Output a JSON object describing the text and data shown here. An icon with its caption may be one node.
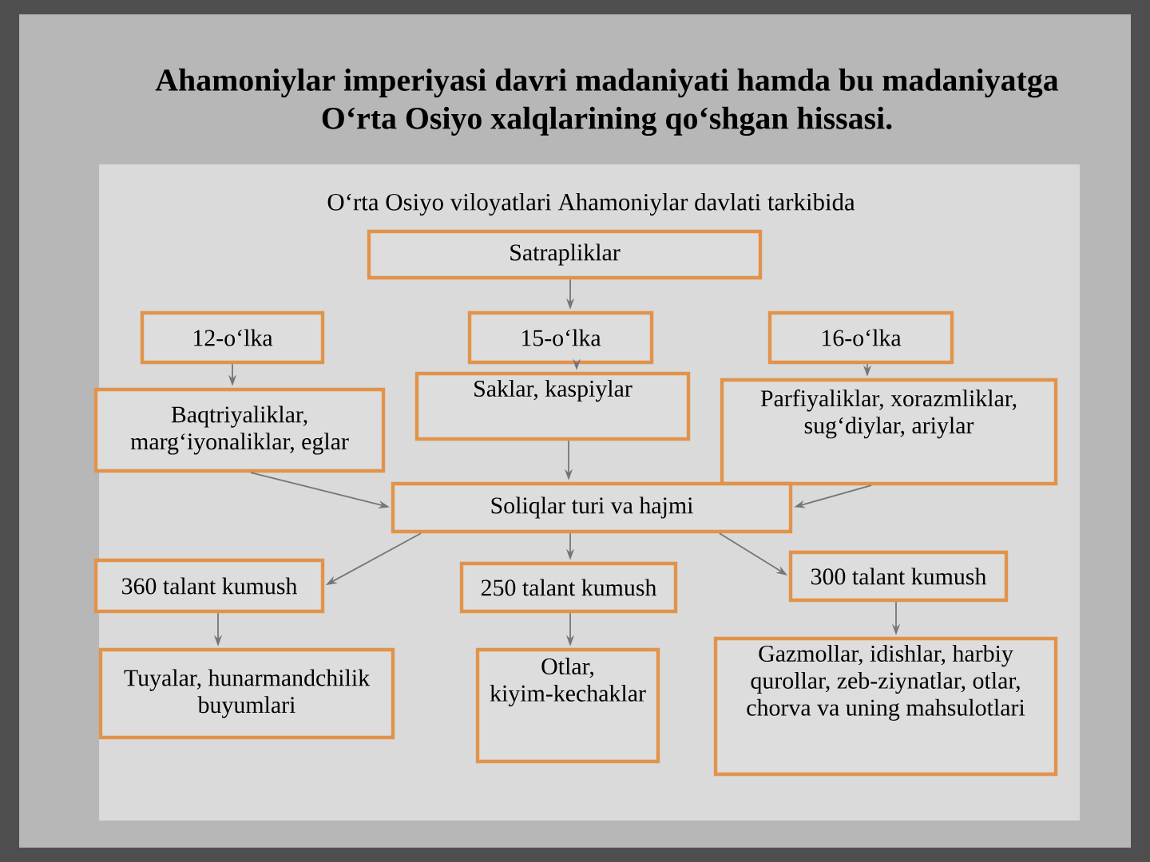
{
  "diagram": {
    "title": "Ahamoniylar imperiyasi davri madaniyati hamda bu madaniyatga O‘rta Osiyo xalqlarining qo‘shgan hissasi.",
    "nodes": [
      {
        "text": [
          "Satrapliklar"
        ]
      },
      {
        "text": [
          "12-o‘lka"
        ]
      },
      {
        "text": [
          "15-o‘lka"
        ]
      },
      {
        "text": [
          "16-o‘lka"
        ]
      },
      {
        "text": [
          "Baqtriyaliklar, marg‘iyonaliklar, eglar"
        ]
      },
      {
        "text": [
          "Saklar, kaspiylar"
        ]
      },
      {
        "text": [
          "Parfiyaliklar, xorazmliklar, sug‘diylar, ariylar"
        ]
      },
      {
        "text": [
          "Soliqlar turi va hajmi"
        ]
      },
      {
        "text": [
          "360 talant kumush"
        ]
      },
      {
        "text": [
          "250 talant kumush"
        ]
      },
      {
        "text": [
          "300 talant kumush"
        ]
      },
      {
        "text": [
          "Tuyalar, hunarmandchilik buyumlari"
        ]
      },
      {
        "text": [
          "Otlar, kiyim-kechaklar"
        ]
      },
      {
        "text": [
          "Gazmollar, idishlar, harbiy qurollar, zeb-ziynatlar, otlar, chorva va uning mahsulotlari"
        ]
      }
    ],
    "edges": [
      {
        "from": 0,
        "to": 2,
        "arrow": "to"
      },
      {
        "from": 1,
        "to": 4,
        "arrow": "to"
      },
      {
        "from": 2,
        "to": 5,
        "arrow": "to"
      },
      {
        "from": 3,
        "to": 6,
        "arrow": "to"
      },
      {
        "from": 4,
        "to": 7,
        "arrow": "to"
      },
      {
        "from": 5,
        "to": 7,
        "arrow": "to"
      },
      {
        "from": 6,
        "to": 7,
        "arrow": "to"
      },
      {
        "from": 7,
        "to": 8,
        "arrow": "to"
      },
      {
        "from": 7,
        "to": 9,
        "arrow": "to"
      },
      {
        "from": 7,
        "to": 10,
        "arrow": "to"
      },
      {
        "from": 8,
        "to": 11,
        "arrow": "to"
      },
      {
        "from": 9,
        "to": 12,
        "arrow": "to"
      },
      {
        "from": 10,
        "to": 13,
        "arrow": "to"
      }
    ],
    "labels": [
      "O‘rta Osiyo viloyatlari Ahamoniylar davlati tarkibida"
    ]
  }
}
